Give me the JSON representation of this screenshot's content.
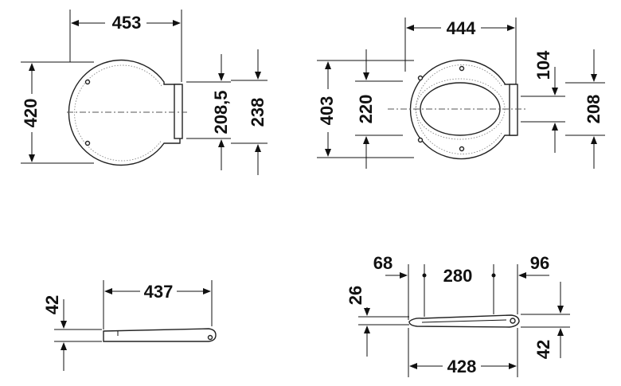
{
  "views": {
    "top_left": {
      "width_label": "453",
      "height_label": "420",
      "hinge_inner_label": "208,5",
      "hinge_outer_label": "238"
    },
    "top_right": {
      "width_label": "444",
      "outer_height_label": "403",
      "opening_label": "220",
      "hinge_inner_label": "104",
      "hinge_outer_label": "208"
    },
    "side_left": {
      "length_label": "437",
      "thickness_label": "42"
    },
    "side_right": {
      "left_offset_label": "68",
      "hinge_spacing_label": "280",
      "right_offset_label": "96",
      "seat_height_label": "26",
      "total_height_label": "42",
      "length_label": "428"
    }
  }
}
